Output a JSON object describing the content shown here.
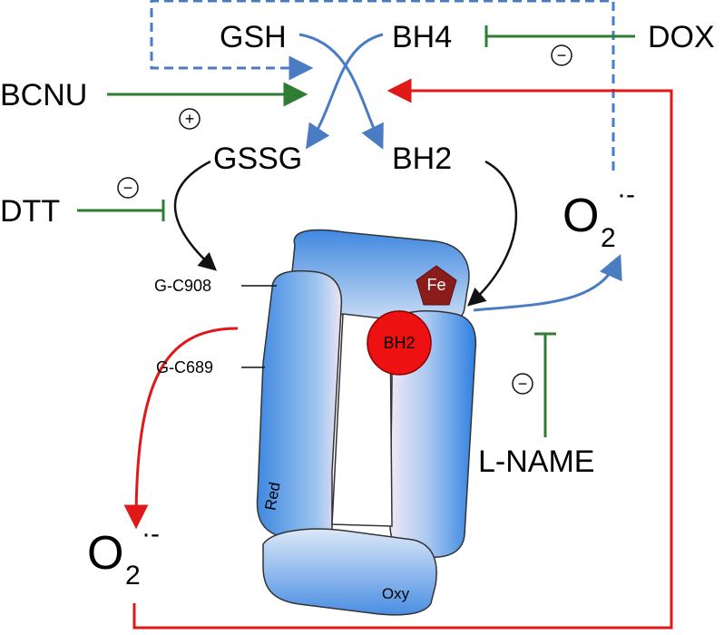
{
  "nodes": {
    "gsh": "GSH",
    "bh4": "BH4",
    "dox": "DOX",
    "bcnu": "BCNU",
    "gssg": "GSSG",
    "bh2_top": "BH2",
    "dtt": "DTT",
    "superoxide_right_base": "O",
    "superoxide_right_sub": "2",
    "superoxide_right_sup": "·-",
    "superoxide_left_base": "O",
    "superoxide_left_sub": "2",
    "superoxide_left_sup": "·-",
    "l_name": "L-NAME"
  },
  "residues": {
    "c908": "G-C908",
    "c689": "G-C689"
  },
  "enzyme": {
    "fe_label": "Fe",
    "bh2_bound_label": "BH2",
    "red_domain_label": "Red",
    "oxy_domain_label": "Oxy"
  },
  "signs": {
    "dox_effect": "−",
    "bcnu_effect": "+",
    "dtt_effect": "−",
    "lname_effect": "−"
  },
  "colors": {
    "activation": "#2e7d32",
    "redox_flow": "#4a7cc4",
    "uncoupling": "#e01818",
    "reduction": "#111111",
    "bh2_bound": "#ee1111",
    "heme_fe": "#8b1c1c"
  }
}
